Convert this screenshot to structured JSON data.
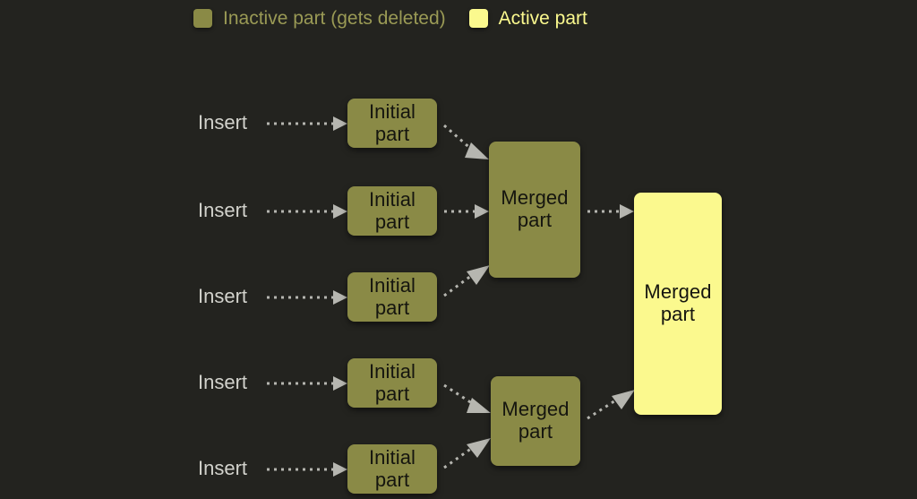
{
  "legend": {
    "items": [
      {
        "label": "Inactive part (gets deleted)",
        "kind": "inactive",
        "color": "#8a8a46",
        "text_color": "#9a9a55"
      },
      {
        "label": "Active part",
        "kind": "active",
        "color": "#fbf98e",
        "text_color": "#fbf98e"
      }
    ]
  },
  "canvas": {
    "background": "#23231f",
    "arrow_color": "#b6b6b0",
    "node_text_color": "#15150f"
  },
  "inserts": [
    {
      "label": "Insert"
    },
    {
      "label": "Insert"
    },
    {
      "label": "Insert"
    },
    {
      "label": "Insert"
    },
    {
      "label": "Insert"
    }
  ],
  "initial_parts": [
    {
      "line1": "Initial",
      "line2": "part",
      "state": "inactive"
    },
    {
      "line1": "Initial",
      "line2": "part",
      "state": "inactive"
    },
    {
      "line1": "Initial",
      "line2": "part",
      "state": "inactive"
    },
    {
      "line1": "Initial",
      "line2": "part",
      "state": "inactive"
    },
    {
      "line1": "Initial",
      "line2": "part",
      "state": "inactive"
    }
  ],
  "merged_parts": [
    {
      "line1": "Merged",
      "line2": "part",
      "state": "inactive"
    },
    {
      "line1": "Merged",
      "line2": "part",
      "state": "inactive"
    }
  ],
  "final_part": {
    "line1": "Merged",
    "line2": "part",
    "state": "active"
  }
}
